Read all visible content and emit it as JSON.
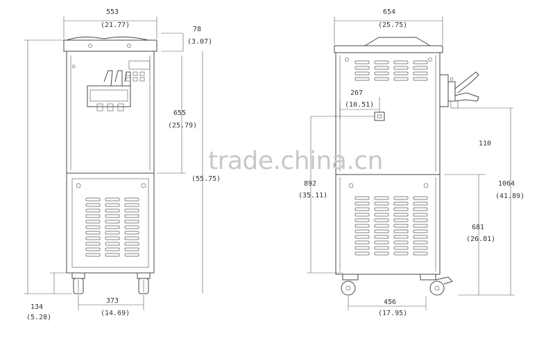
{
  "front_view": {
    "width_label": "553",
    "width_label_in": "(21.77)",
    "top_offset_label": "78",
    "top_offset_label_in": "(3.07)",
    "panel_height_label": "655",
    "panel_height_label_in": "(25.79)",
    "overall_height_label_in": "(55.75)",
    "caster_height_label": "134",
    "caster_height_label_in": "(5.28)",
    "wheelbase_label": "373",
    "wheelbase_label_in": "(14.69)"
  },
  "side_view": {
    "width_label": "654",
    "width_label_in": "(25.75)",
    "handle_offset_label": "267",
    "handle_offset_label_in": "(10.51)",
    "spout_offset_label": "110",
    "handle_height_label": "892",
    "handle_height_label_in": "(35.11)",
    "spout_height_label": "1064",
    "spout_height_label_in": "(41.89)",
    "lower_height_label": "681",
    "lower_height_label_in": "(26.81)",
    "wheelbase_label": "456",
    "wheelbase_label_in": "(17.95)"
  },
  "watermark": "trade.china.cn"
}
